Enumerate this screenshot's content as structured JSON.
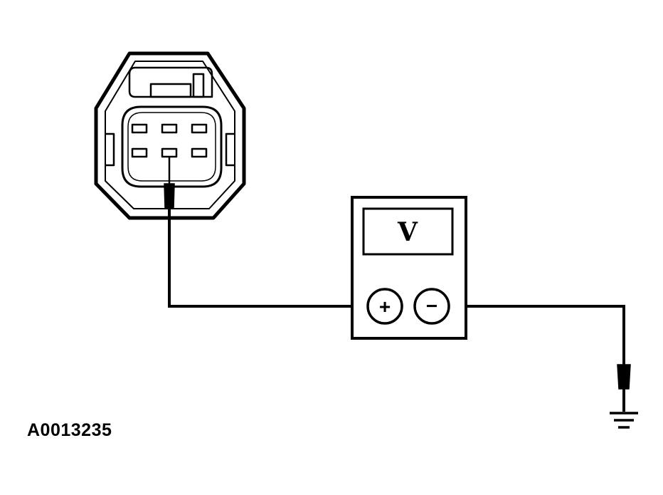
{
  "figure_id": "A0013235",
  "meter": {
    "display_symbol": "V",
    "positive_terminal": "+",
    "negative_terminal": "−"
  },
  "connector": {
    "pin_rows": 2,
    "pins_per_row": 3,
    "probed_pin": "bottom-middle"
  },
  "colors": {
    "line": "#000000",
    "background": "#ffffff"
  }
}
